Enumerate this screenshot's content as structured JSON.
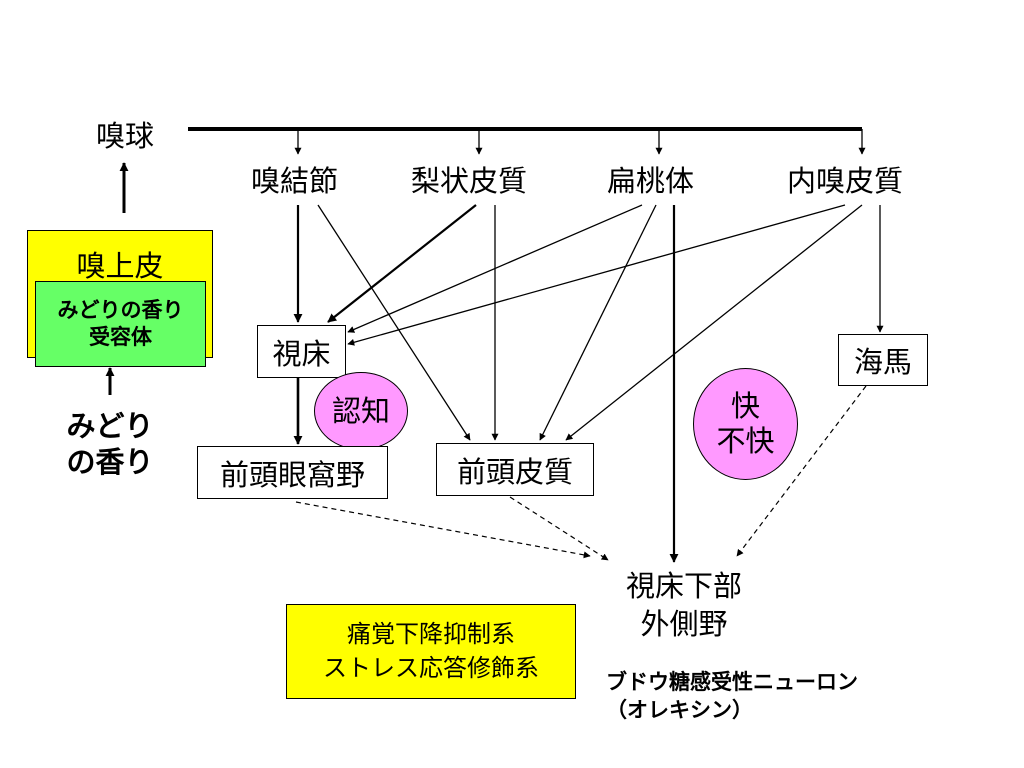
{
  "nodes": {
    "olfactory_bulb": "嗅球",
    "olfactory_tubercle": "嗅結節",
    "piriform_cortex": "梨状皮質",
    "amygdala": "扁桃体",
    "entorhinal_cortex": "内嗅皮質",
    "olfactory_epithelium": "嗅上皮",
    "receptor_line1": "みどりの香り",
    "receptor_line2": "受容体",
    "stimulus_line1": "みどり",
    "stimulus_line2": "の香り",
    "thalamus": "視床",
    "hippocampus": "海馬",
    "cognition": "認知",
    "pleasure_line1": "快",
    "pleasure_line2": "不快",
    "orbitofrontal_cortex": "前頭眼窩野",
    "frontal_cortex": "前頭皮質",
    "hypothalamus_line1": "視床下部",
    "hypothalamus_line2": "外側野",
    "pain_line1": "痛覚下降抑制系",
    "pain_line2": "ストレス応答修飾系",
    "neuron_line1": "ブドウ糖感受性ニューロン",
    "neuron_line2": "（オレキシン）"
  },
  "colors": {
    "yellow": "#ffff00",
    "green": "#66ff66",
    "pink": "#ff99ff"
  }
}
